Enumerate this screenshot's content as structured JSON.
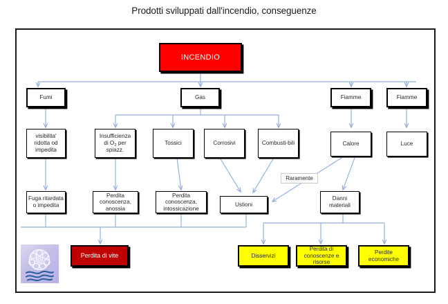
{
  "title": "Prodotti sviluppati dall'incendio, conseguenze",
  "diagram": {
    "root": {
      "label": "INCENDIO",
      "color": "#FF0000"
    },
    "level2": [
      {
        "label": "Fumi"
      },
      {
        "label": "Gas"
      },
      {
        "label": "Fiamme"
      },
      {
        "label": "Fiamme"
      }
    ],
    "level3": [
      {
        "label": "visibilita' ridotta od impedita"
      },
      {
        "label": "Insufficienza di O2 per spiazz."
      },
      {
        "label": "Tossici"
      },
      {
        "label": "Corrosivi"
      },
      {
        "label": "Combusti-bili"
      },
      {
        "label": "Calore"
      },
      {
        "label": "Luce"
      }
    ],
    "level4": [
      {
        "label": "Fuga ritardata o impedita"
      },
      {
        "label": "Perdita conoscenza, anossia"
      },
      {
        "label": "Perdita conoscenza, intossicazione"
      },
      {
        "label": "Ustioni"
      },
      {
        "label": "Danni materiali"
      }
    ],
    "annotation": {
      "label": "Raramente"
    },
    "outcomes_red": [
      {
        "label": "Perdita di vite",
        "color": "#C00000"
      }
    ],
    "outcomes_yellow": [
      {
        "label": "Disservizi",
        "color": "#FFFF00"
      },
      {
        "label": "Perdita di conoscenze e risorse",
        "color": "#FFFF00"
      },
      {
        "label": "Perdite economiche",
        "color": "#FFFF00"
      }
    ],
    "connector_color": "#95B3D7",
    "logo": {
      "name": "bubbles-waves-logo"
    }
  }
}
